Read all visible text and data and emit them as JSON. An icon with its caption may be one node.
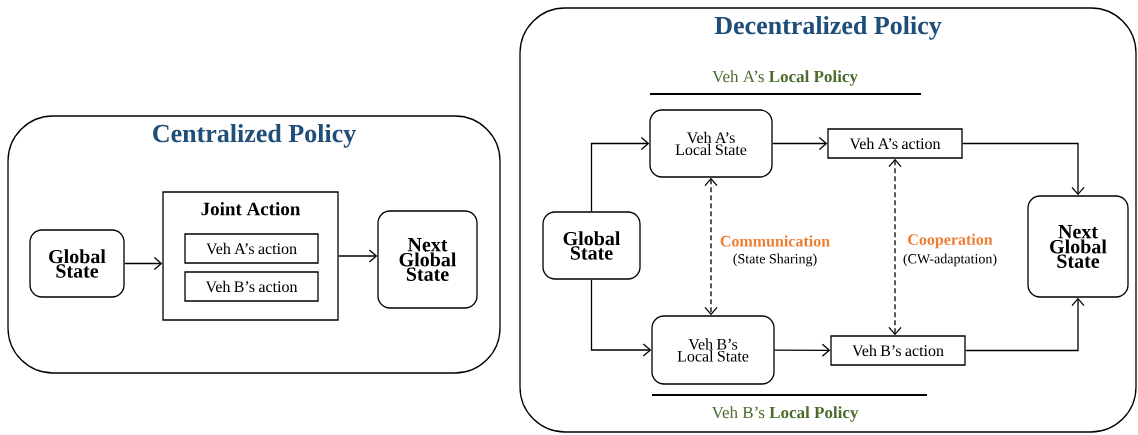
{
  "diagram": {
    "nodes": [
      {
        "text": [
          "Centralized Policy"
        ]
      },
      {
        "text": [
          "Global State"
        ],
        "in": 0
      },
      {
        "text": [
          "Joint Action"
        ],
        "in": 0
      },
      {
        "text": [
          "Veh A’s action"
        ],
        "in": 2
      },
      {
        "text": [
          "Veh B’s action"
        ],
        "in": 2
      },
      {
        "text": [
          "Next Global State"
        ],
        "in": 0
      },
      {
        "text": [
          "Decentralized Policy"
        ]
      },
      {
        "text": [
          "Global State"
        ],
        "in": 6
      },
      {
        "text": [
          "Veh A’s Local State"
        ],
        "in": 6
      },
      {
        "text": [
          "Veh A’s action"
        ],
        "in": 6
      },
      {
        "text": [
          "Veh B’s Local State"
        ],
        "in": 6
      },
      {
        "text": [
          "Veh B’s action"
        ],
        "in": 6
      },
      {
        "text": [
          "Next Global State"
        ],
        "in": 6
      }
    ],
    "edges": [
      {
        "from": 1,
        "to": 2,
        "arrow": "to"
      },
      {
        "from": 2,
        "to": 5,
        "arrow": "to"
      },
      {
        "from": 7,
        "to": 8,
        "arrow": "to"
      },
      {
        "from": 7,
        "to": 10,
        "arrow": "to"
      },
      {
        "from": 8,
        "to": 9,
        "arrow": "to"
      },
      {
        "from": 9,
        "to": 12,
        "arrow": "to"
      },
      {
        "from": 10,
        "to": 11,
        "arrow": "to"
      },
      {
        "from": 11,
        "to": 12,
        "arrow": "to"
      },
      {
        "from": 8,
        "to": 10,
        "arrow": "both",
        "style": "dashed",
        "label": "Communication"
      },
      {
        "from": 9,
        "to": 11,
        "arrow": "both",
        "style": "dashed",
        "label": "Cooperation"
      }
    ],
    "labels": [
      "Veh A’s **Local Policy**",
      "(State Sharing)",
      "(CW-adaptation)",
      "Veh B’s **Local Policy**"
    ]
  }
}
